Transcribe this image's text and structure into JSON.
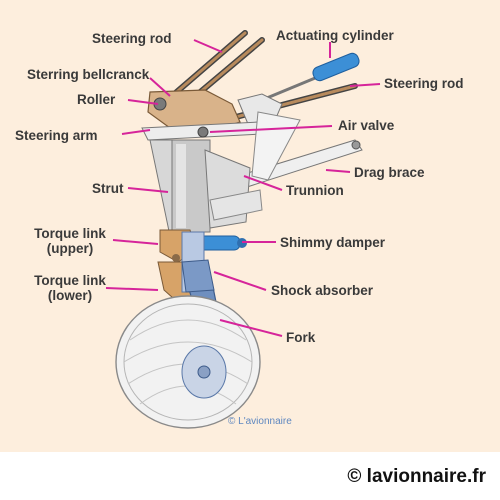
{
  "labels": {
    "steering_rod_top": "Steering rod",
    "actuating_cylinder": "Actuating cylinder",
    "steering_bellcrank": "Sterring bellcranck",
    "steering_rod_right": "Steering rod",
    "roller": "Roller",
    "air_valve": "Air valve",
    "steering_arm": "Steering arm",
    "drag_brace": "Drag brace",
    "strut": "Strut",
    "trunnion": "Trunnion",
    "torque_link_upper_line1": "Torque link",
    "torque_link_upper_line2": "(upper)",
    "shimmy_damper": "Shimmy damper",
    "torque_link_lower_line1": "Torque link",
    "torque_link_lower_line2": "(lower)",
    "shock_absorber": "Shock absorber",
    "fork": "Fork"
  },
  "watermark": "© L'avionnaire",
  "footer": "© lavionnaire.fr",
  "colors": {
    "panel_bg": "#fdeedd",
    "leader": "#d6249a",
    "label_text": "#3a3a3a",
    "strut": "#c8c8c8",
    "fork": "#6f8fbf",
    "bracket": "#d7a368",
    "cylinder": "#3c8fd6",
    "tire": "#f2f2f2"
  }
}
